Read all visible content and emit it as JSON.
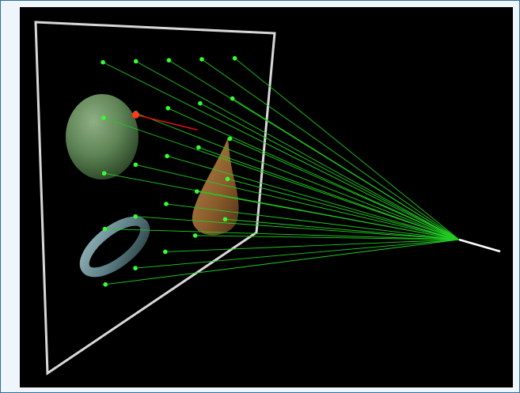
{
  "scene": {
    "background_color": "#000000",
    "frame_color": "#2e6f9e",
    "panel_bg_color": "#eef5fb",
    "plane_frame_color": "#d8d8d8",
    "ray_color": "#22cc22",
    "sample_point_color": "#33ff33",
    "hit_point_color": "#ff3a1a",
    "hit_ray_color": "#e01010",
    "objects": [
      {
        "name": "sphere",
        "color": "#5f8556"
      },
      {
        "name": "teardrop",
        "color": "#8a5a2c"
      },
      {
        "name": "torus",
        "color": "#5d7f86"
      }
    ],
    "rays_count": 25
  }
}
